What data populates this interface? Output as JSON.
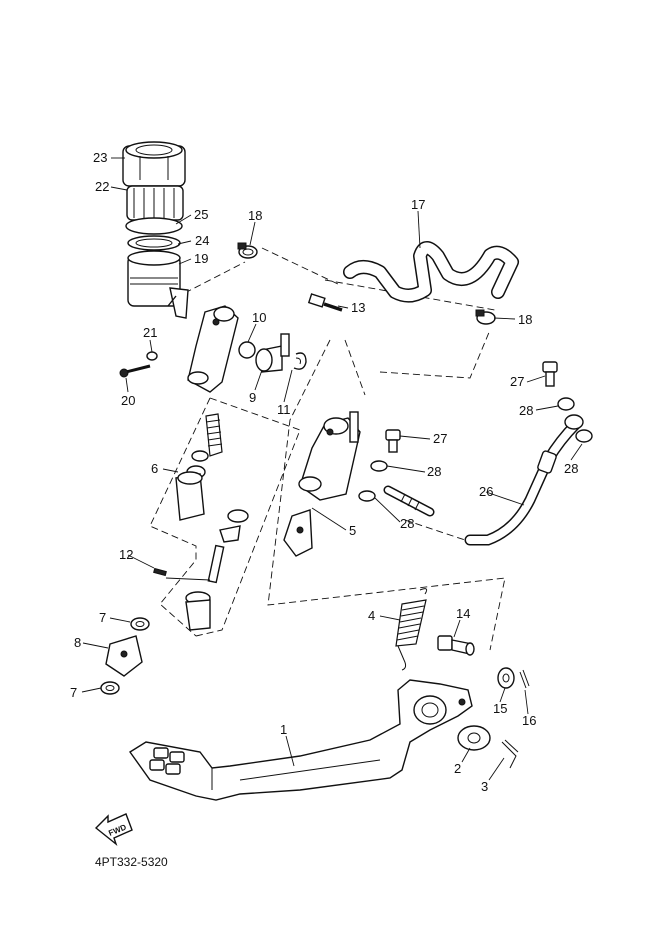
{
  "diagram": {
    "catalog_code": "4PT332-5320",
    "fwd_arrow_text": "FWD",
    "callouts": {
      "c1": "1",
      "c2": "2",
      "c3": "3",
      "c4": "4",
      "c5": "5",
      "c6": "6",
      "c7a": "7",
      "c7b": "7",
      "c8": "8",
      "c9": "9",
      "c10": "10",
      "c11": "11",
      "c12": "12",
      "c13": "13",
      "c14": "14",
      "c15": "15",
      "c16": "16",
      "c17": "17",
      "c18a": "18",
      "c18b": "18",
      "c19": "19",
      "c20": "20",
      "c21": "21",
      "c22": "22",
      "c23": "23",
      "c24": "24",
      "c25": "25",
      "c26": "26",
      "c27a": "27",
      "c27b": "27",
      "c28a": "28",
      "c28b": "28",
      "c28c": "28",
      "c28d": "28"
    }
  }
}
